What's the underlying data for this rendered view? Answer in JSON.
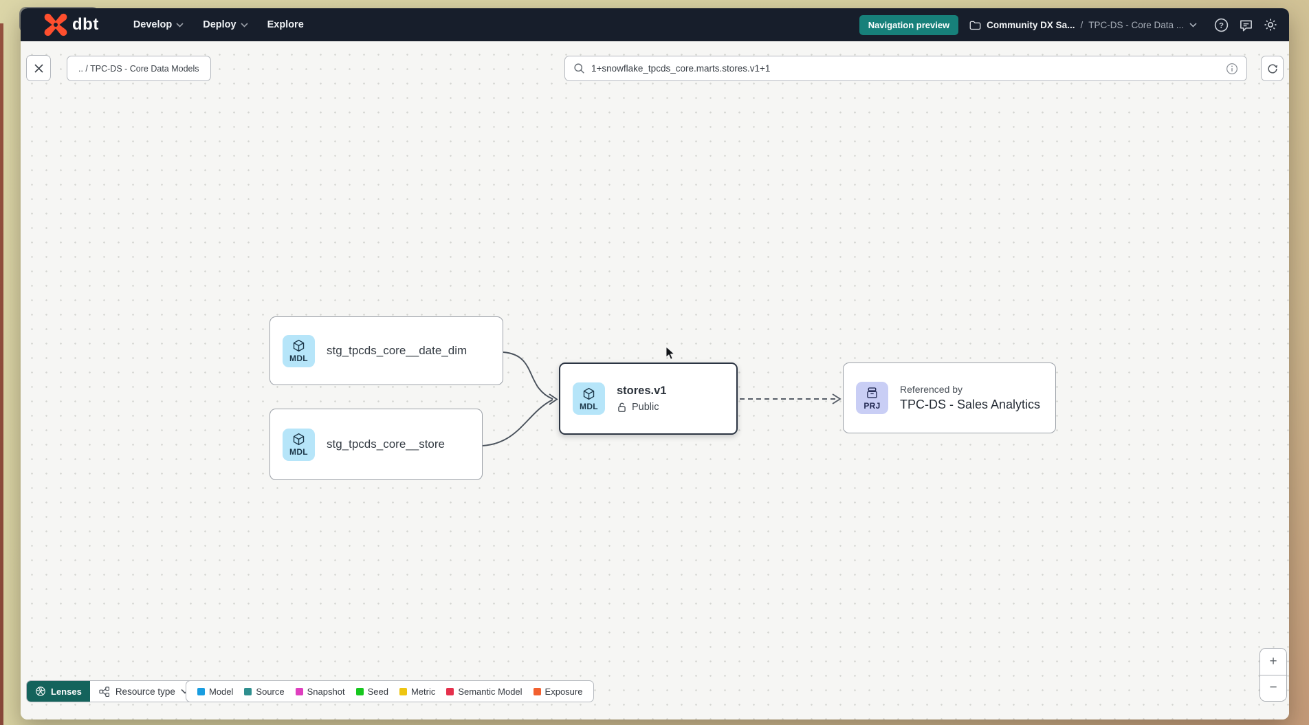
{
  "navbar": {
    "logo_text": "dbt",
    "menus": [
      {
        "label": "Develop"
      },
      {
        "label": "Deploy"
      },
      {
        "label": "Explore"
      }
    ],
    "preview_badge": "Navigation preview",
    "breadcrumb": {
      "project": "Community DX Sa...",
      "separator": "/",
      "section": "TPC-DS - Core Data ..."
    },
    "accent_teal": "#17807a"
  },
  "toolbar": {
    "breadcrumb_chip": ".. / TPC-DS - Core Data Models",
    "search_value": "1+snowflake_tpcds_core.marts.stores.v1+1"
  },
  "graph": {
    "nodes": [
      {
        "badge": "MDL",
        "badge_color": "#b6e5f9",
        "label": "stg_tpcds_core__date_dim"
      },
      {
        "badge": "MDL",
        "badge_color": "#b6e5f9",
        "label": "stg_tpcds_core__store"
      },
      {
        "badge": "MDL",
        "badge_color": "#b6e5f9",
        "title": "stores.v1",
        "access": "Public",
        "selected": true
      },
      {
        "badge": "PRJ",
        "badge_color": "#c9cef5",
        "subtitle": "Referenced by",
        "title": "TPC-DS - Sales Analytics"
      }
    ]
  },
  "footer": {
    "lenses_label": "Lenses",
    "resource_type_label": "Resource type",
    "legend": [
      {
        "label": "Model",
        "color": "#199de0"
      },
      {
        "label": "Source",
        "color": "#2f8f8f"
      },
      {
        "label": "Snapshot",
        "color": "#df3fbf"
      },
      {
        "label": "Seed",
        "color": "#16c71e"
      },
      {
        "label": "Metric",
        "color": "#eec511"
      },
      {
        "label": "Semantic Model",
        "color": "#e5304c"
      },
      {
        "label": "Exposure",
        "color": "#f2602f"
      }
    ]
  },
  "zoom_controls": {
    "zoom_in": "+",
    "zoom_out": "−"
  }
}
